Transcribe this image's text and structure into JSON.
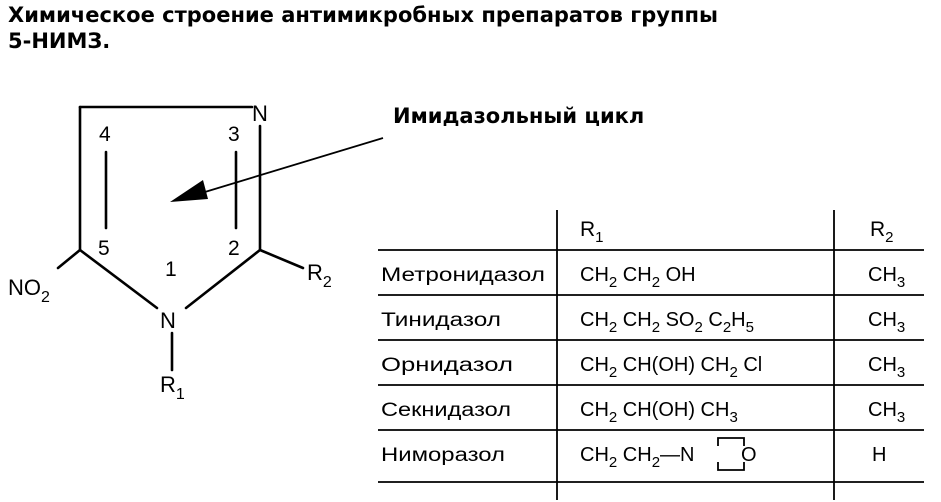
{
  "title_line1": "Химическое строение антимикробных препаратов группы",
  "title_line2": "5-НИМЗ.",
  "annotation": "Имидазольный цикл",
  "structure": {
    "positions": [
      "1",
      "2",
      "3",
      "4",
      "5"
    ],
    "nitrogen_top": "N",
    "nitrogen_ring": "N",
    "no2": "NO",
    "no2_sub": "2",
    "r1": "R",
    "r1_sub": "1",
    "r2": "R",
    "r2_sub": "2"
  },
  "table": {
    "header_r1": "R",
    "header_r1_sub": "1",
    "header_r2": "R",
    "header_r2_sub": "2",
    "rows": [
      {
        "name": "Метронидазол",
        "r2": "CH",
        "r2_sub": "3"
      },
      {
        "name": "Тинидазол",
        "r2": "CH",
        "r2_sub": "3"
      },
      {
        "name": "Орнидазол",
        "r2": "CH",
        "r2_sub": "3"
      },
      {
        "name": "Секнидазол",
        "r2": "CH",
        "r2_sub": "3"
      },
      {
        "name": "Ниморазол",
        "r2": "H",
        "r2_sub": ""
      }
    ],
    "formulas": {
      "row0": {
        "a": "CH",
        "a_sub": "2",
        "b": " CH",
        "b_sub": "2",
        "c": " OH"
      },
      "row1": {
        "a": "CH",
        "a_sub": "2",
        "b": " CH",
        "b_sub": "2",
        "c": " SO",
        "c_sub": "2",
        "d": " C",
        "d_sub": "2",
        "e": "H",
        "e_sub": "5"
      },
      "row2": {
        "a": "CH",
        "a_sub": "2",
        "b": " CH(OH) CH",
        "b_sub": "2",
        "c": " Cl"
      },
      "row3": {
        "a": "CH",
        "a_sub": "2",
        "b": " CH(OH) CH",
        "b_sub": "3"
      },
      "row4": {
        "a": "CH",
        "a_sub": "2",
        "b": " CH",
        "b_sub": "2",
        "c": "—N",
        "ring": "O"
      }
    }
  }
}
